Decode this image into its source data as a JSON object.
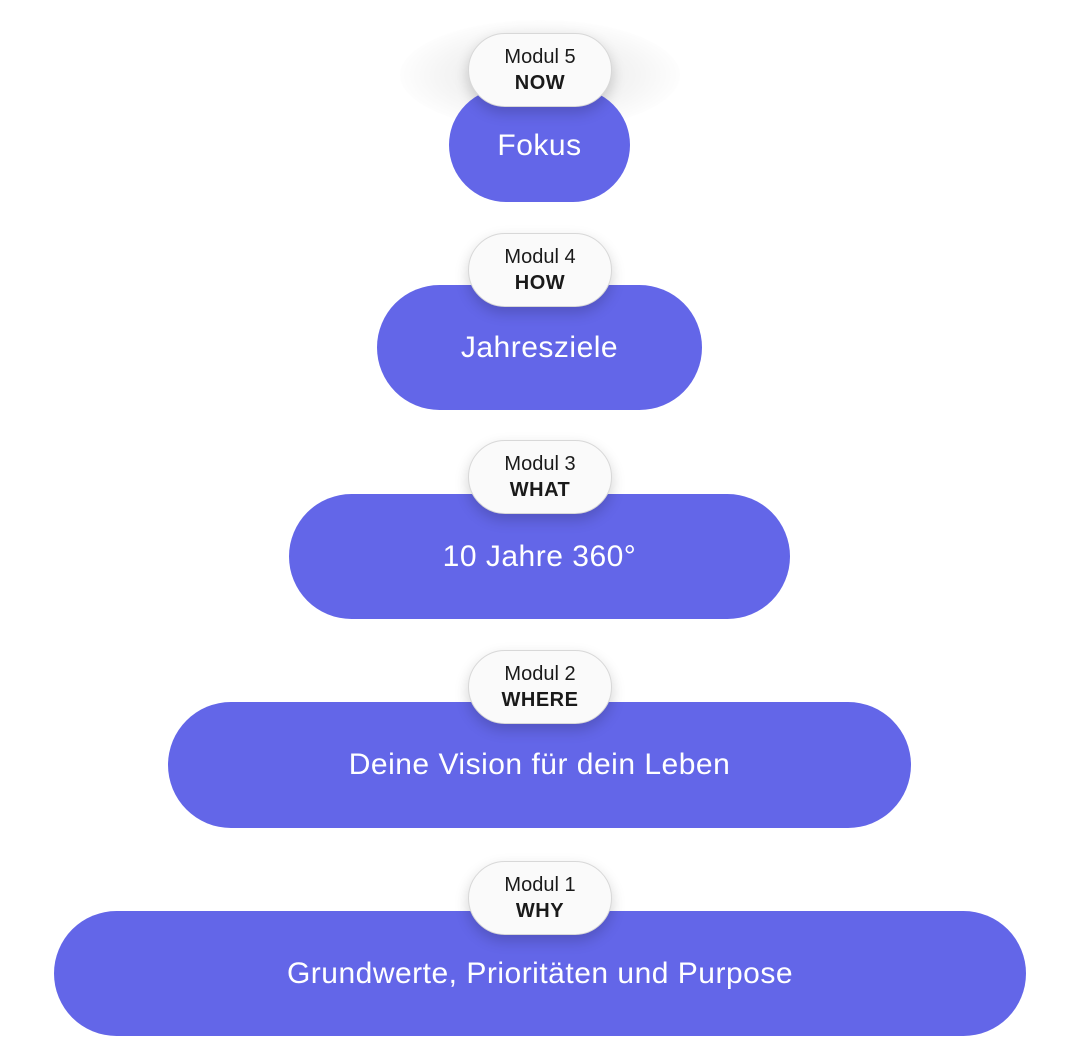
{
  "modules": [
    {
      "module": "Modul 5",
      "tag": "NOW",
      "label": "Fokus"
    },
    {
      "module": "Modul 4",
      "tag": "HOW",
      "label": "Jahresziele"
    },
    {
      "module": "Modul 3",
      "tag": "WHAT",
      "label": "10 Jahre 360°"
    },
    {
      "module": "Modul 2",
      "tag": "WHERE",
      "label": "Deine Vision für dein Leben"
    },
    {
      "module": "Modul 1",
      "tag": "WHY",
      "label": "Grundwerte, Prioritäten und Purpose"
    }
  ],
  "colors": {
    "pill": "#6366e8",
    "badge_bg": "#fafafa",
    "text_dark": "#1a1a1a"
  }
}
